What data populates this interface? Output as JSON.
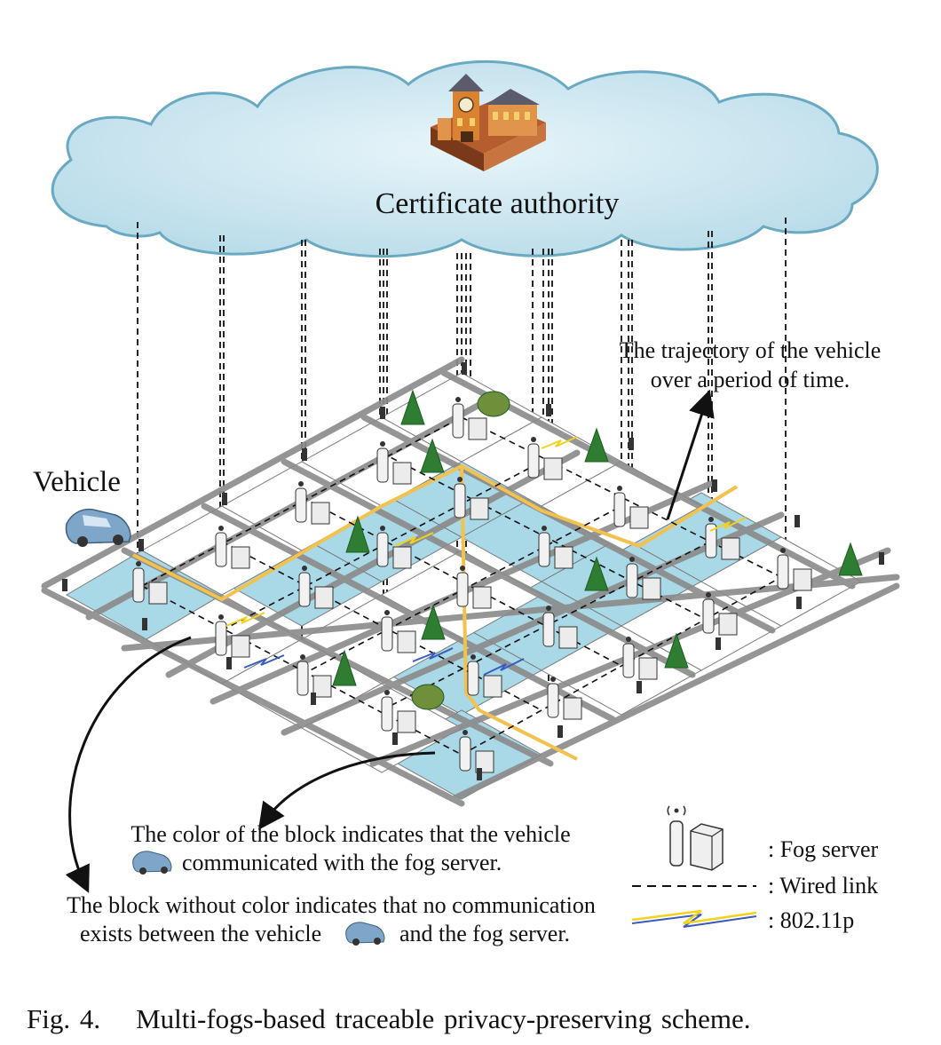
{
  "cloud": {
    "label": "Certificate authority"
  },
  "labels": {
    "vehicle": "Vehicle",
    "trajectory_line1": "The trajectory of the vehicle",
    "trajectory_line2": "over a period of time.",
    "colored_line1": "The color of the block indicates that the vehicle",
    "colored_line2": "communicated with the fog server.",
    "uncolored_line1": "The block without color indicates that no communication",
    "uncolored_line2_a": "exists between the vehicle",
    "uncolored_line2_b": "and the fog server."
  },
  "legend": {
    "fog_server": ": Fog server",
    "wired_link": ": Wired  link",
    "wireless": ": 802.11p"
  },
  "caption": {
    "number": "Fig. 4.",
    "text": "Multi-fogs-based traceable privacy-preserving scheme."
  },
  "colors": {
    "cloud_fill": "#cfe8f1",
    "cloud_stroke": "#6aa9c2",
    "block_colored": "#a9d8e6",
    "road": "#8a8a8a",
    "trajectory": "#f2c14e",
    "tree": "#2e7d32",
    "wireless": "#f4d21a"
  },
  "icons": [
    "building-icon",
    "fog-tower-icon",
    "server-icon",
    "car-icon",
    "tree-icon",
    "traffic-light-icon",
    "lightning-icon"
  ]
}
